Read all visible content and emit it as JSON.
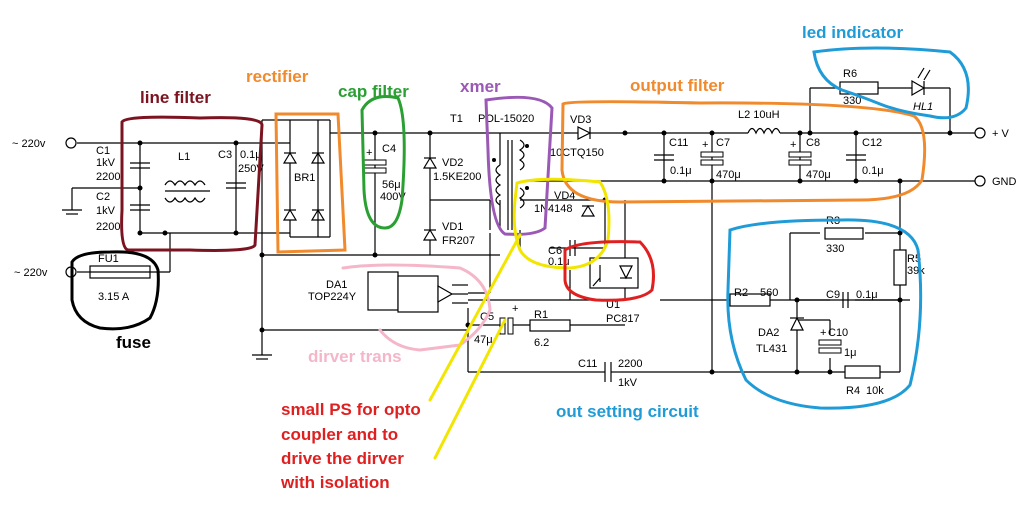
{
  "colors": {
    "line_filter": "#7b1420",
    "rectifier": "#f08a2c",
    "cap_filter": "#2aa033",
    "xmer": "#9b59b6",
    "output_filter": "#f08a2c",
    "led_indicator": "#1f9bd7",
    "fuse": "#000000",
    "driver_trans": "#f4b6c8",
    "small_ps": "#f2e600",
    "small_ps_text": "#e02020",
    "out_setting": "#1f9bd7"
  },
  "annotations": {
    "line_filter": "line filter",
    "rectifier": "rectifier",
    "cap_filter": "cap filter",
    "xmer": "xmer",
    "output_filter": "output filter",
    "led_indicator": "led indicator",
    "fuse": "fuse",
    "driver_trans": "dirver trans",
    "small_ps": [
      "small PS for opto",
      "coupler and to",
      "drive the dirver",
      "with isolation"
    ],
    "out_setting": "out setting circuit"
  },
  "terminals": {
    "ac_in_1": "~ 220v",
    "ac_in_2": "~ 220v",
    "out_pos": "+ V",
    "out_gnd": "GND"
  },
  "components": {
    "C1": [
      "C1",
      "1kV",
      "2200"
    ],
    "C2": [
      "C2",
      "1kV",
      "2200"
    ],
    "L1": "L1",
    "C3": [
      "C3",
      "0.1μ",
      "250V"
    ],
    "BR1": "BR1",
    "C4": [
      "C4",
      "56μ",
      "400V"
    ],
    "T1": [
      "T1",
      "POL-15020"
    ],
    "VD2": [
      "VD2",
      "1.5KE200"
    ],
    "VD1": [
      "VD1",
      "FR207"
    ],
    "VD3": [
      "VD3",
      "10CTQ150"
    ],
    "VD4": [
      "VD4",
      "1N4148"
    ],
    "C6": [
      "C6",
      "0.1μ"
    ],
    "C11a": [
      "C11",
      "0.1μ"
    ],
    "C7": [
      "C7",
      "470μ"
    ],
    "L2": "L2 10uH",
    "C8": [
      "C8",
      "470μ"
    ],
    "C12": [
      "C12",
      "0.1μ"
    ],
    "R6": [
      "R6",
      "330"
    ],
    "HL1": "HL1",
    "FU1": [
      "FU1",
      "3.15 A"
    ],
    "DA1": [
      "DA1",
      "TOP224Y"
    ],
    "C5": [
      "C5",
      "47μ"
    ],
    "R1": [
      "R1",
      "6.2"
    ],
    "U1": [
      "U1",
      "PC817"
    ],
    "C11b": [
      "C11",
      "2200",
      "1kV"
    ],
    "R2": [
      "R2",
      "560"
    ],
    "DA2": [
      "DA2",
      "TL431"
    ],
    "R3": [
      "R3",
      "330"
    ],
    "R5": [
      "R5",
      "39k"
    ],
    "C9": [
      "C9",
      "0.1μ"
    ],
    "C10": [
      "C10",
      "1μ"
    ],
    "R4": [
      "R4",
      "10k"
    ]
  }
}
